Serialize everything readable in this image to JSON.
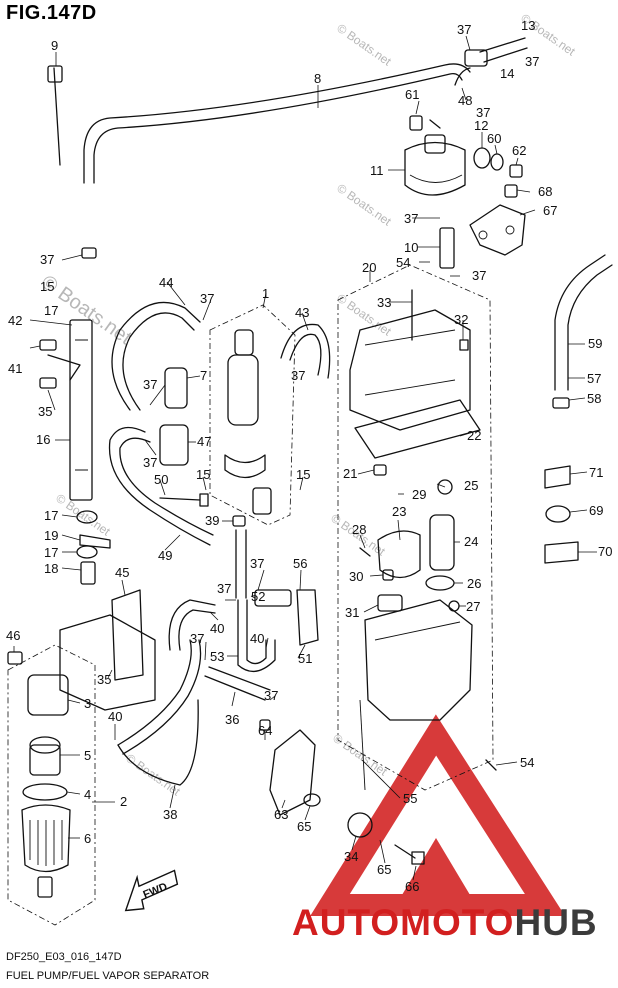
{
  "figure": {
    "title": "FIG.147D"
  },
  "footer": {
    "model_code": "DF250_E03_016_147D",
    "section_title": "FUEL PUMP/FUEL VAPOR SEPARATOR"
  },
  "watermarks": {
    "large": "© Boats.net",
    "small": "© Boats.net"
  },
  "brand": {
    "part_a": "AUTOMOTO",
    "part_b": "HUB",
    "logo_color": "#d21f1f",
    "text_color": "#3b3b3b"
  },
  "arrow": {
    "label": "FWD"
  },
  "callouts": [
    {
      "id": "c9",
      "text": "9"
    },
    {
      "id": "c8",
      "text": "8"
    },
    {
      "id": "c37a",
      "text": "37"
    },
    {
      "id": "c13",
      "text": "13"
    },
    {
      "id": "c14",
      "text": "14"
    },
    {
      "id": "c37b",
      "text": "37"
    },
    {
      "id": "c48",
      "text": "48"
    },
    {
      "id": "c37c",
      "text": "37"
    },
    {
      "id": "c61",
      "text": "61"
    },
    {
      "id": "c12",
      "text": "12"
    },
    {
      "id": "c60",
      "text": "60"
    },
    {
      "id": "c62",
      "text": "62"
    },
    {
      "id": "c11",
      "text": "11"
    },
    {
      "id": "c68",
      "text": "68"
    },
    {
      "id": "c67",
      "text": "67"
    },
    {
      "id": "c37d",
      "text": "37"
    },
    {
      "id": "c10",
      "text": "10"
    },
    {
      "id": "c54a",
      "text": "54"
    },
    {
      "id": "c37e",
      "text": "37"
    },
    {
      "id": "c20",
      "text": "20"
    },
    {
      "id": "c33",
      "text": "33"
    },
    {
      "id": "c32",
      "text": "32"
    },
    {
      "id": "c37f",
      "text": "37"
    },
    {
      "id": "c15a",
      "text": "15"
    },
    {
      "id": "c17a",
      "text": "17"
    },
    {
      "id": "c44",
      "text": "44"
    },
    {
      "id": "c37g",
      "text": "37"
    },
    {
      "id": "c1",
      "text": "1"
    },
    {
      "id": "c43",
      "text": "43"
    },
    {
      "id": "c42",
      "text": "42"
    },
    {
      "id": "c41",
      "text": "41"
    },
    {
      "id": "c37h",
      "text": "37"
    },
    {
      "id": "c7",
      "text": "7"
    },
    {
      "id": "c37i",
      "text": "37"
    },
    {
      "id": "c35a",
      "text": "35"
    },
    {
      "id": "c16",
      "text": "16"
    },
    {
      "id": "c47",
      "text": "47"
    },
    {
      "id": "c37j",
      "text": "37"
    },
    {
      "id": "c15b",
      "text": "15"
    },
    {
      "id": "c15c",
      "text": "15"
    },
    {
      "id": "c50",
      "text": "50"
    },
    {
      "id": "c22",
      "text": "22"
    },
    {
      "id": "c21",
      "text": "21"
    },
    {
      "id": "c25",
      "text": "25"
    },
    {
      "id": "c29",
      "text": "29"
    },
    {
      "id": "c59",
      "text": "59"
    },
    {
      "id": "c57",
      "text": "57"
    },
    {
      "id": "c58",
      "text": "58"
    },
    {
      "id": "c71",
      "text": "71"
    },
    {
      "id": "c69",
      "text": "69"
    },
    {
      "id": "c70",
      "text": "70"
    },
    {
      "id": "c17b",
      "text": "17"
    },
    {
      "id": "c19",
      "text": "19"
    },
    {
      "id": "c17c",
      "text": "17"
    },
    {
      "id": "c18",
      "text": "18"
    },
    {
      "id": "c49",
      "text": "49"
    },
    {
      "id": "c39",
      "text": "39"
    },
    {
      "id": "c23",
      "text": "23"
    },
    {
      "id": "c28",
      "text": "28"
    },
    {
      "id": "c24",
      "text": "24"
    },
    {
      "id": "c37k",
      "text": "37"
    },
    {
      "id": "c56",
      "text": "56"
    },
    {
      "id": "c30",
      "text": "30"
    },
    {
      "id": "c26",
      "text": "26"
    },
    {
      "id": "c45",
      "text": "45"
    },
    {
      "id": "c37l",
      "text": "37"
    },
    {
      "id": "c52",
      "text": "52"
    },
    {
      "id": "c31",
      "text": "31"
    },
    {
      "id": "c27",
      "text": "27"
    },
    {
      "id": "c40a",
      "text": "40"
    },
    {
      "id": "c46",
      "text": "46"
    },
    {
      "id": "c37m",
      "text": "37"
    },
    {
      "id": "c40b",
      "text": "40"
    },
    {
      "id": "c35b",
      "text": "35"
    },
    {
      "id": "c53",
      "text": "53"
    },
    {
      "id": "c51",
      "text": "51"
    },
    {
      "id": "c3",
      "text": "3"
    },
    {
      "id": "c37n",
      "text": "37"
    },
    {
      "id": "c40c",
      "text": "40"
    },
    {
      "id": "c36",
      "text": "36"
    },
    {
      "id": "c64",
      "text": "64"
    },
    {
      "id": "c5",
      "text": "5"
    },
    {
      "id": "c54b",
      "text": "54"
    },
    {
      "id": "c4",
      "text": "4"
    },
    {
      "id": "c2",
      "text": "2"
    },
    {
      "id": "c55",
      "text": "55"
    },
    {
      "id": "c38",
      "text": "38"
    },
    {
      "id": "c63",
      "text": "63"
    },
    {
      "id": "c65a",
      "text": "65"
    },
    {
      "id": "c6",
      "text": "6"
    },
    {
      "id": "c34",
      "text": "34"
    },
    {
      "id": "c65b",
      "text": "65"
    },
    {
      "id": "c66",
      "text": "66"
    }
  ]
}
